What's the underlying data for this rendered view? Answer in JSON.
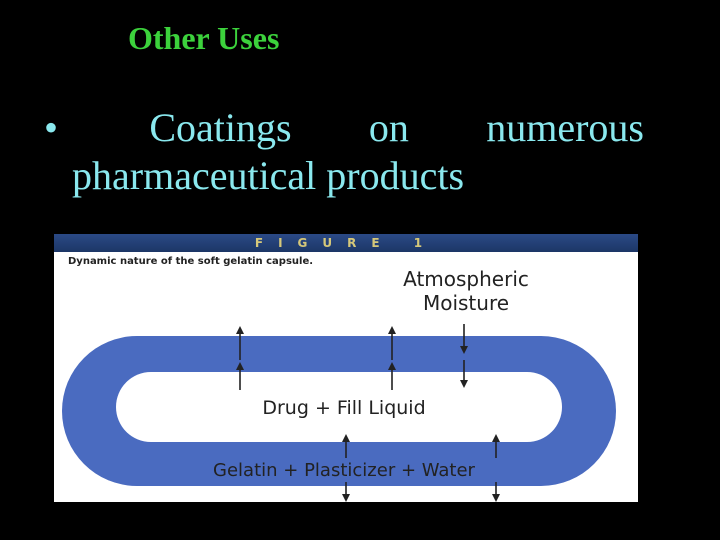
{
  "slide": {
    "title": "Other Uses",
    "bullet": {
      "marker": "•",
      "line1_words": [
        "Coatings",
        "on",
        "numerous"
      ],
      "line2": "pharmaceutical products"
    }
  },
  "figure": {
    "header": "FIGURE 1",
    "caption": "Dynamic nature of the soft gelatin capsule.",
    "label_atmospheric_line1": "Atmospheric",
    "label_atmospheric_line2": "Moisture",
    "label_inner": "Drug + Fill Liquid",
    "label_shell": "Gelatin + Plasticizer + Water",
    "colors": {
      "shell": "#4a6bc0",
      "header_bar": "#1c3666",
      "text": "#222222"
    }
  }
}
